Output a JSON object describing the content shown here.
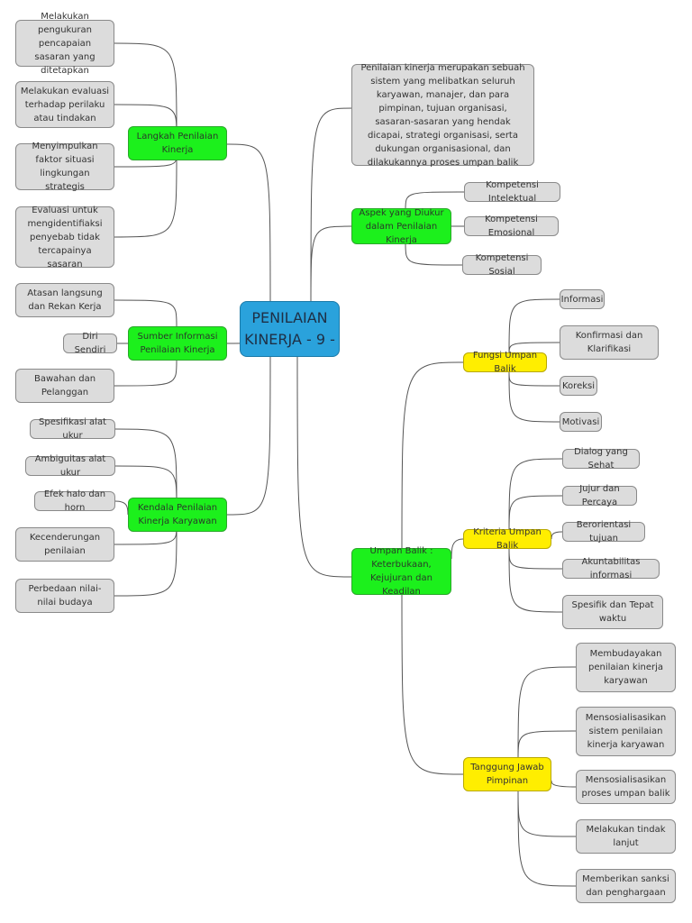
{
  "root": {
    "label": "PENILAIAN KINERJA - 9 -"
  },
  "colors": {
    "root": "#2aa2dc",
    "main_branch": "#1cf01c",
    "sub_branch": "#ffee00",
    "leaf": "#dcdcdc",
    "connector": "#555555"
  },
  "definition": "Penilaian kinerja merupakan sebuah sistem yang melibatkan seluruh karyawan, manajer, dan para pimpinan, tujuan organisasi, sasaran-sasaran yang hendak dicapai, strategi organisasi, serta dukungan organisasional, dan dilakukannya proses umpan balik",
  "langkah": {
    "label": "Langkah Penilaian Kinerja",
    "items": [
      "Melakukan pengukuran pencapaian sasaran yang ditetapkan",
      "Melakukan evaluasi terhadap perilaku atau tindakan",
      "Menyimpulkan faktor situasi lingkungan strategis",
      "Evaluasi untuk mengidentifiaksi penyebab tidak tercapainya sasaran"
    ]
  },
  "sumber": {
    "label": "Sumber Informasi Penilaian Kinerja",
    "items": [
      "Atasan langsung dan Rekan Kerja",
      "Diri Sendiri",
      "Bawahan dan Pelanggan"
    ]
  },
  "kendala": {
    "label": "Kendala Penilaian Kinerja Karyawan",
    "items": [
      "Spesifikasi alat ukur",
      "Ambiguitas alat ukur",
      "Efek halo dan horn",
      "Kecenderungan penilaian",
      "Perbedaan nilai-nilai budaya"
    ]
  },
  "aspek": {
    "label": "Aspek yang Diukur dalam Penilaian Kinerja",
    "items": [
      "Kompetensi Intelektual",
      "Kompetensi Emosional",
      "Kompetensi Sosial"
    ]
  },
  "umpan": {
    "label": "Umpan Balik : Keterbukaan, Kejujuran dan Keadilan",
    "fungsi": {
      "label": "Fungsi Umpan Balik",
      "items": [
        "Informasi",
        "Konfirmasi dan Klarifikasi",
        "Koreksi",
        "Motivasi"
      ]
    },
    "kriteria": {
      "label": "Kriteria Umpan Balik",
      "items": [
        "Dialog yang Sehat",
        "Jujur dan Percaya",
        "Berorientasi tujuan",
        "Akuntabilitas informasi",
        "Spesifik dan Tepat waktu"
      ]
    },
    "tanggung": {
      "label": "Tanggung Jawab Pimpinan",
      "items": [
        "Membudayakan penilaian kinerja karyawan",
        "Mensosialisasikan sistem penilaian kinerja karyawan",
        "Mensosialisasikan proses umpan balik",
        "Melakukan tindak lanjut",
        "Memberikan sanksi dan penghargaan"
      ]
    }
  }
}
